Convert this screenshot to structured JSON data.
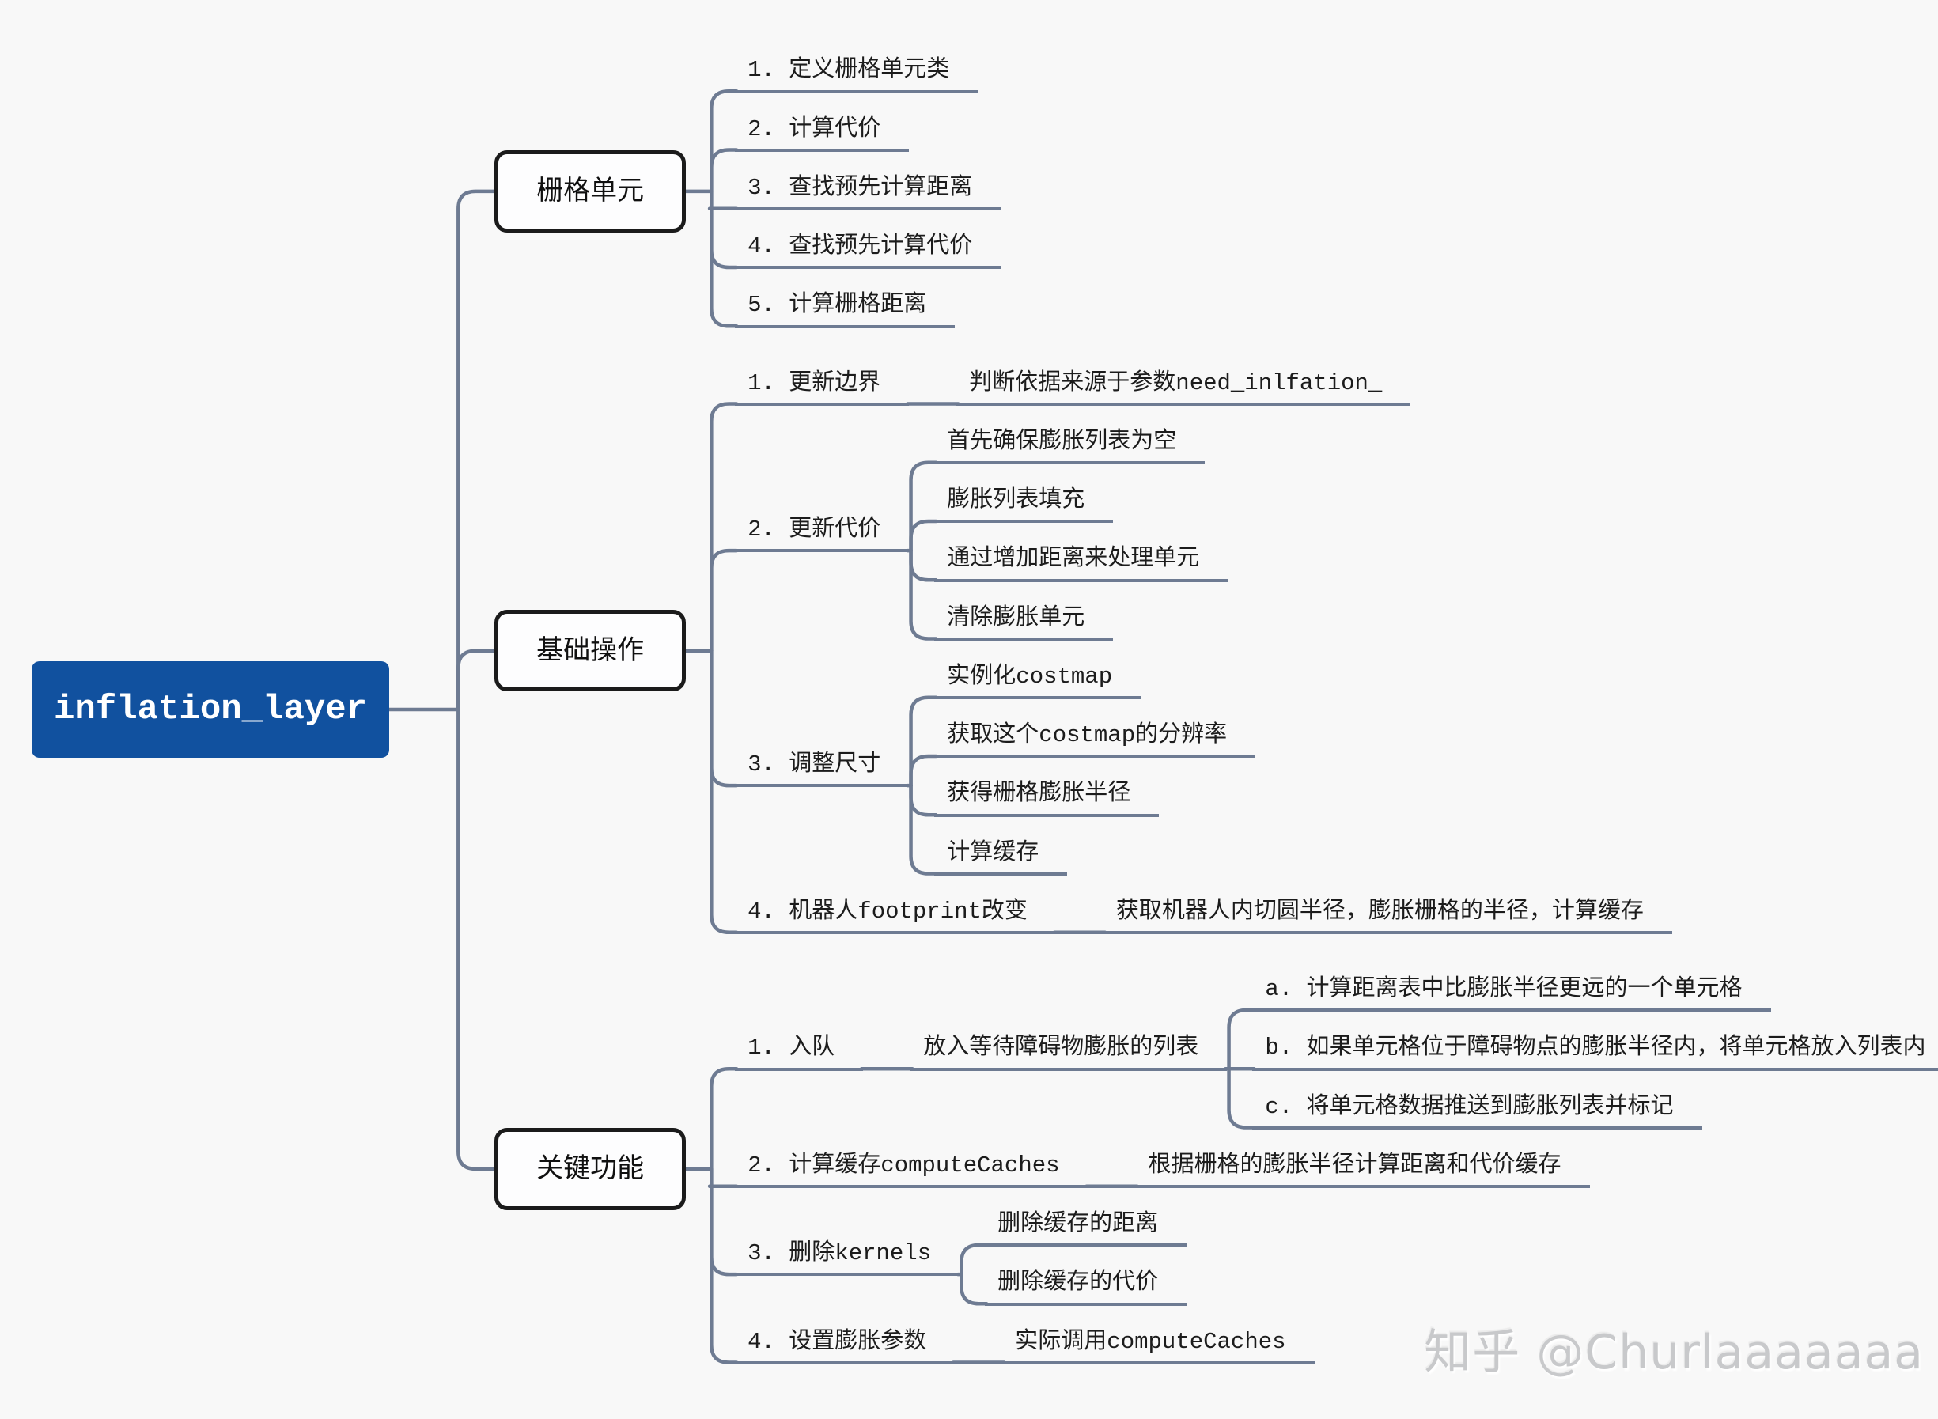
{
  "colors": {
    "bg": "#f8f8f8",
    "line": "#6e7b92",
    "accent": "#11519f",
    "boxborder": "#1b1b1b",
    "ink": "#1c1c1c",
    "watermark": "#c8c9cb"
  },
  "watermark": {
    "text": "知乎 @Churlaaaaaaa"
  },
  "mindmap": {
    "label": "inflation_layer",
    "style": "root",
    "children": [
      {
        "label": "栅格单元",
        "style": "box",
        "children": [
          {
            "label": "1. 定义栅格单元类"
          },
          {
            "label": "2. 计算代价"
          },
          {
            "label": "3. 查找预先计算距离"
          },
          {
            "label": "4. 查找预先计算代价"
          },
          {
            "label": "5. 计算栅格距离"
          }
        ]
      },
      {
        "label": "基础操作",
        "style": "box",
        "children": [
          {
            "label": "1. 更新边界",
            "children": [
              {
                "label": "判断依据来源于参数need_inlfation_"
              }
            ]
          },
          {
            "label": "2. 更新代价",
            "children": [
              {
                "label": "首先确保膨胀列表为空"
              },
              {
                "label": "膨胀列表填充"
              },
              {
                "label": "通过增加距离来处理单元"
              },
              {
                "label": "清除膨胀单元"
              }
            ]
          },
          {
            "label": "3. 调整尺寸",
            "children": [
              {
                "label": "实例化costmap"
              },
              {
                "label": "获取这个costmap的分辨率"
              },
              {
                "label": "获得栅格膨胀半径"
              },
              {
                "label": "计算缓存"
              }
            ]
          },
          {
            "label": "4. 机器人footprint改变",
            "children": [
              {
                "label": "获取机器人内切圆半径，膨胀栅格的半径，计算缓存"
              }
            ]
          }
        ]
      },
      {
        "label": "关键功能",
        "style": "box",
        "children": [
          {
            "label": "1. 入队",
            "children": [
              {
                "label": "放入等待障碍物膨胀的列表",
                "children": [
                  {
                    "label": "a. 计算距离表中比膨胀半径更远的一个单元格"
                  },
                  {
                    "label": "b. 如果单元格位于障碍物点的膨胀半径内，将单元格放入列表内"
                  },
                  {
                    "label": "c. 将单元格数据推送到膨胀列表并标记"
                  }
                ]
              }
            ]
          },
          {
            "label": "2. 计算缓存computeCaches",
            "children": [
              {
                "label": "根据栅格的膨胀半径计算距离和代价缓存"
              }
            ]
          },
          {
            "label": "3. 删除kernels",
            "children": [
              {
                "label": "删除缓存的距离"
              },
              {
                "label": "删除缓存的代价"
              }
            ]
          },
          {
            "label": "4. 设置膨胀参数",
            "children": [
              {
                "label": "实际调用computeCaches"
              }
            ]
          }
        ]
      }
    ]
  }
}
